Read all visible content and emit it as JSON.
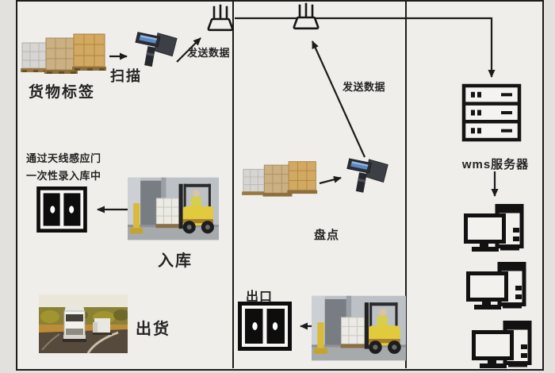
{
  "left_panel": {
    "cargo_label": "货物标签",
    "scan_label": "扫描",
    "send_data_label": "发送数据",
    "note_line1": "通过天线感应门",
    "note_line2": "一次性录入库中",
    "inbound_label": "入库",
    "ship_label": "出货"
  },
  "middle_panel": {
    "send_data_label": "发送数据",
    "stocktake_label": "盘点",
    "exit_label": "出口"
  },
  "right_panel": {
    "server_label": "wms服务器"
  },
  "icons": {
    "router": "wifi-antenna-router",
    "scanner": "rfid-handheld-scanner",
    "door": "warehouse-double-door",
    "server": "server-rack",
    "computer": "desktop-workstation",
    "cargo": "pallet-cargo-boxes",
    "forklift": "forklift-warehouse-photo",
    "truck": "truck-highway-photo"
  },
  "colors": {
    "background": "#e2e1de",
    "panel_bg": "#efeeeb",
    "line": "#1c1c1c",
    "text": "#242424",
    "scanner_screen": "#5b8ac6",
    "forklift_yellow": "#e2ca3d",
    "cargo_tan": "#cbb083",
    "truck_gold": "#bd8c36"
  }
}
